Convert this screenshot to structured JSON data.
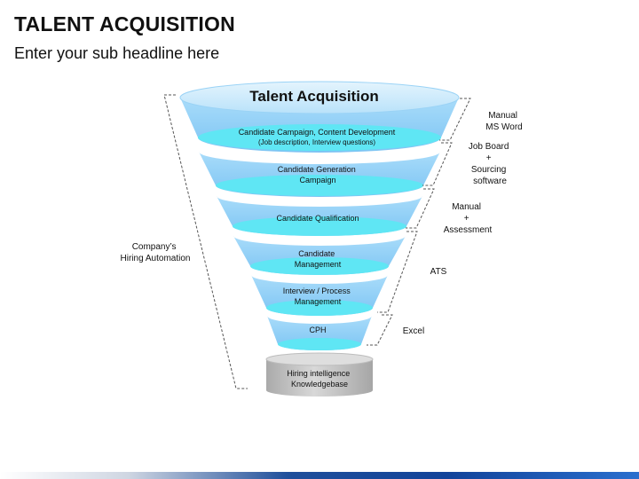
{
  "header": {
    "title": "TALENT ACQUISITION",
    "subtitle": "Enter your sub headline here"
  },
  "funnel": {
    "top_label": "Talent Acquisition",
    "stages": [
      {
        "lines": [
          "Candidate Campaign, Content Development",
          "(Job description, Interview questions)"
        ]
      },
      {
        "lines": [
          "Candidate Generation",
          "Campaign"
        ]
      },
      {
        "lines": [
          "Candidate Qualification"
        ]
      },
      {
        "lines": [
          "Candidate",
          "Management"
        ]
      },
      {
        "lines": [
          "Interview / Process",
          "Management"
        ]
      },
      {
        "lines": [
          "CPH"
        ]
      }
    ],
    "base": {
      "lines": [
        "Hiring intelligence",
        "Knowledgebase"
      ]
    }
  },
  "left_bracket": {
    "lines": [
      "Company’s",
      "Hiring Automation"
    ]
  },
  "right_labels": [
    {
      "lines": [
        "Manual",
        "MS Word"
      ]
    },
    {
      "lines": [
        "Job Board",
        "+",
        "Sourcing",
        "software"
      ]
    },
    {
      "lines": [
        "Manual",
        "+",
        "Assessment"
      ]
    },
    {
      "lines": [
        "ATS"
      ]
    },
    {
      "lines": [
        "Excel"
      ]
    }
  ],
  "colors": {
    "funnel_blue": "#8fd0f7",
    "funnel_cyan": "#5fe6f4",
    "base_gray": "#c9c9c9"
  }
}
